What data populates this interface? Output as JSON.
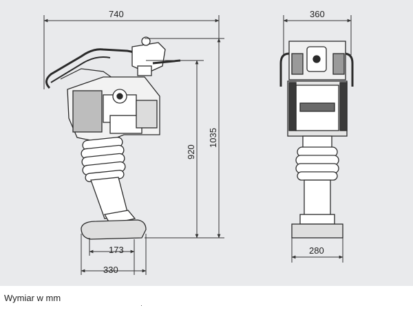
{
  "dimensions": {
    "side_overall_length": "740",
    "side_height_handle": "920",
    "side_height_total": "1035",
    "side_foot_inner": "173",
    "side_foot_length": "330",
    "front_width": "360",
    "front_base_width": "280"
  },
  "caption": "Wymiar w mm",
  "colors": {
    "panel_background": "#e9eaec",
    "machine_fill": "#ffffff",
    "machine_dark": "#2a2a2a",
    "dimension_line": "#333333"
  }
}
